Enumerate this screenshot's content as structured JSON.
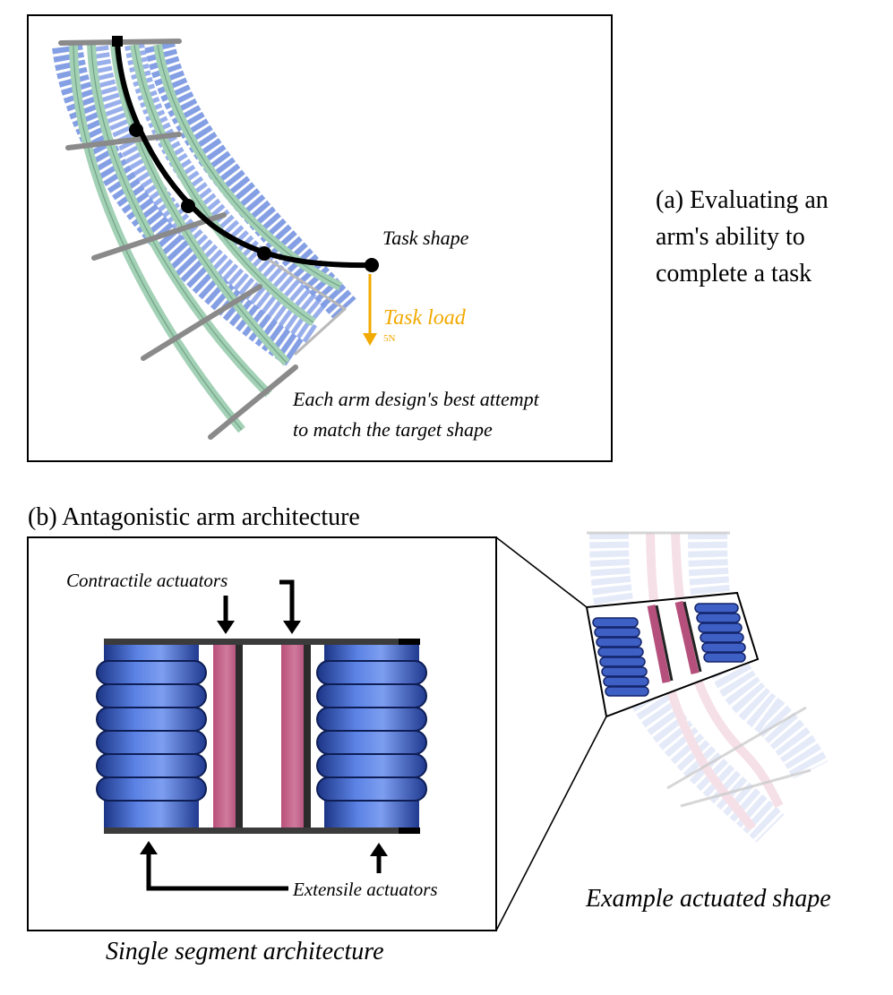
{
  "panel_a": {
    "task_shape_label": "Task shape",
    "task_load_label": "Task load",
    "task_load_value": "5N",
    "attempt_line1": "Each arm design's best attempt",
    "attempt_line2": "to match the target shape",
    "caption_line1": "(a) Evaluating an",
    "caption_line2": "arm's ability to",
    "caption_line3": "complete a task"
  },
  "panel_b": {
    "title": "(b) Antagonistic arm architecture",
    "contractile_label": "Contractile actuators",
    "extensile_label": "Extensile actuators",
    "single_segment_caption": "Single segment architecture",
    "example_caption": "Example actuated shape"
  },
  "colors": {
    "extensile_blue": "#4a6fd4",
    "contractile_pink": "#c8648c",
    "segment_green": "#9ccfb0",
    "task_load_orange": "#f2a900"
  }
}
